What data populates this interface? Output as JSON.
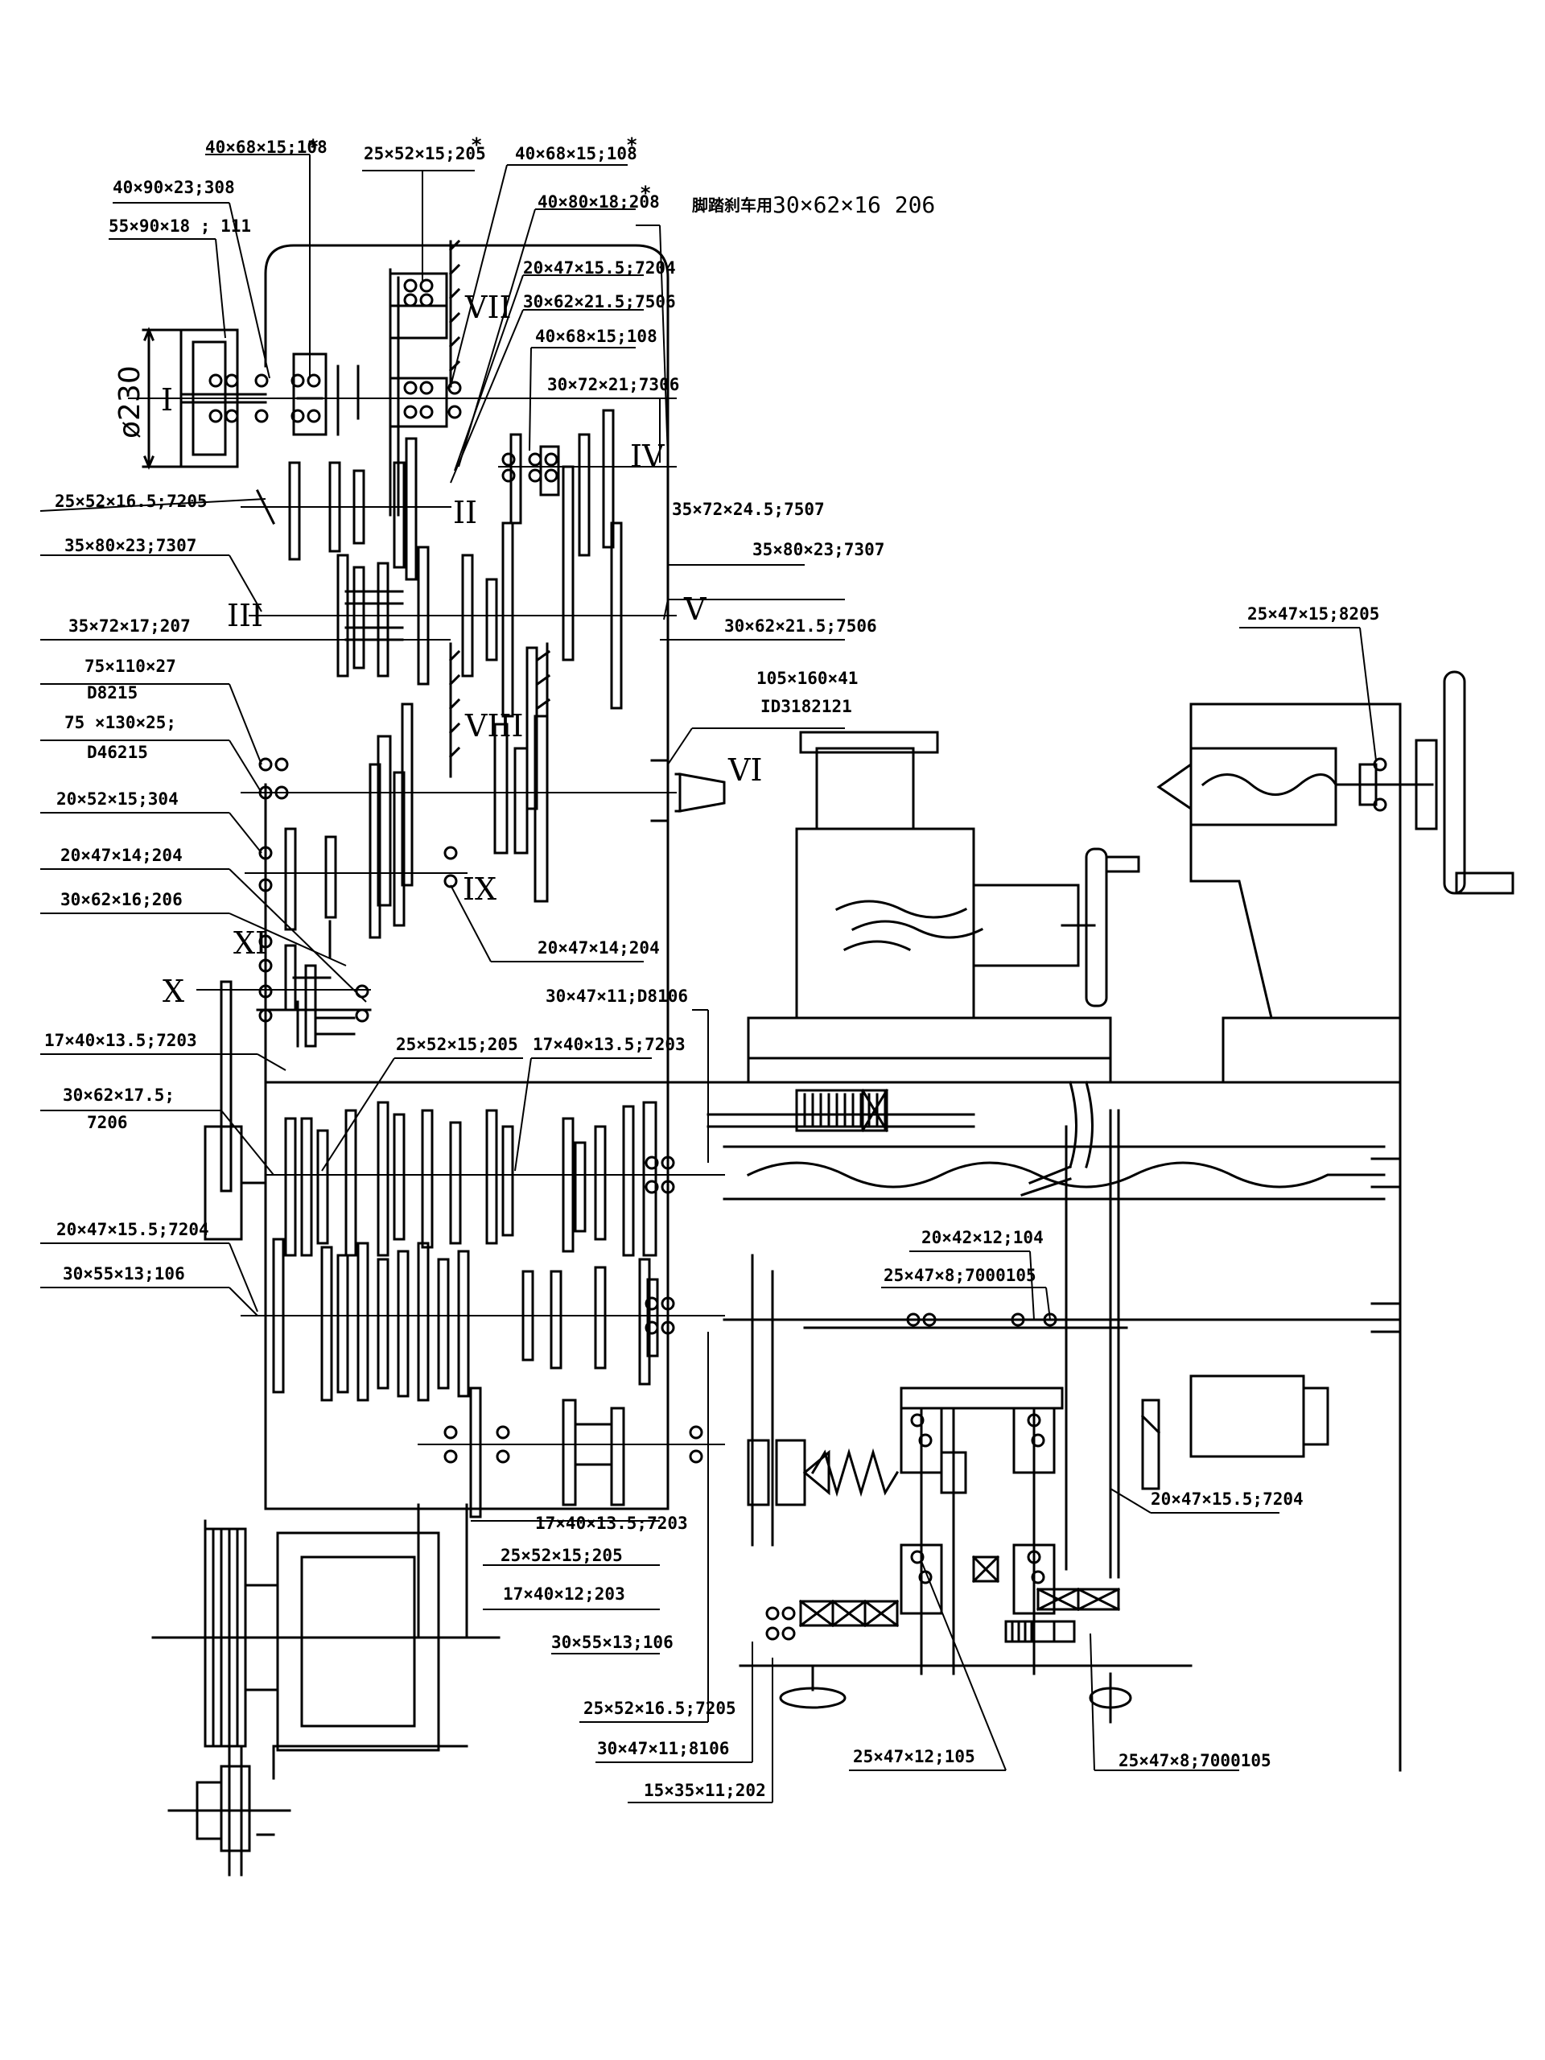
{
  "diagram": {
    "shaft_numerals": [
      "I",
      "II",
      "III",
      "IV",
      "V",
      "VI",
      "VII",
      "VIII",
      "IX",
      "X",
      "XI"
    ],
    "diameter_label": "ø230",
    "top_note": {
      "text": "脚踏刹车用",
      "spec": "30×62×16  206"
    },
    "callouts": [
      "40×68×15;108",
      "25×52×15;205",
      "40×68×15;108",
      "40×90×23;308",
      "55×90×18 ; 111",
      "40×80×18;208",
      "20×47×15.5;7204",
      "30×62×21.5;7506",
      "40×68×15;108",
      "30×72×21;7306",
      "25×52×16.5;7205",
      "35×72×24.5;7507",
      "35×80×23;7307",
      "35×80×23;7307",
      "35×72×17;207",
      "30×62×21.5;7506",
      "75×110×27",
      "D8215",
      "75 ×130×25;",
      "D46215",
      "105×160×41",
      "ID3182121",
      "20×52×15;304",
      "20×47×14;204",
      "30×62×16;206",
      "20×47×14;204",
      "30×47×11;D8106",
      "25×47×15;8205",
      "17×40×13.5;7203",
      "25×52×15;205",
      "17×40×13.5;7203",
      "30×62×17.5;",
      "7206",
      "20×47×15.5;7204",
      "30×55×13;106",
      "20×42×12;104",
      "25×47×8;7000105",
      "20×47×15.5;7204",
      "17×40×13.5;7203",
      "25×52×15;205",
      "17×40×12;203",
      "30×55×13;106",
      "25×52×16.5;7205",
      "30×47×11;8106",
      "15×35×11;202",
      "25×47×12;105",
      "25×47×8;7000105"
    ]
  }
}
